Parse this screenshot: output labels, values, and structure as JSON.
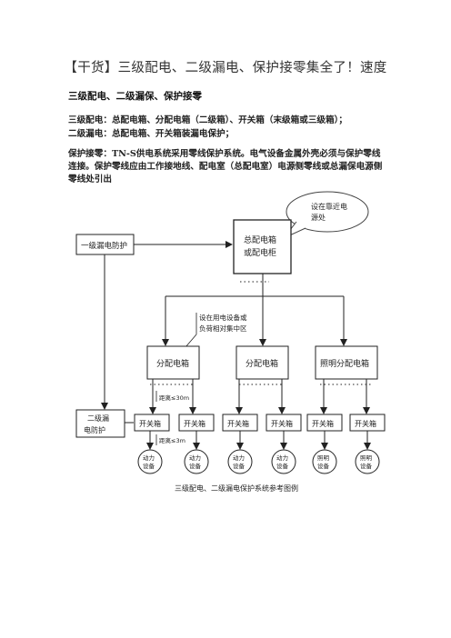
{
  "doc": {
    "title": "【干货】三级配电、二级漏电、保护接零集全了！速度",
    "subtitle": "三级配电、二级漏保、保护接零",
    "p1": "三级配电：总配电箱、分配电箱（二级箱）、开关箱（末级箱或三级箱）；",
    "p2": "二级漏电：总配电箱、开关箱装漏电保护；",
    "p3": "保护接零：TN-S供电系统采用零线保护系统。电气设备金属外壳必须与保护零线连接。保护零线应由工作接地线、配电室（总配电室）电源侧零线或总漏保电源侧零线处引出"
  },
  "diagram": {
    "bubble": [
      "设在靠近电",
      "源处"
    ],
    "main_box": [
      "总配电箱",
      "或配电柜"
    ],
    "leak1": "一级漏电防护",
    "note_area": [
      "设在用电设备或",
      "负荷相对集中区"
    ],
    "dist1": "分配电箱",
    "dist2": "分配电箱",
    "dist3": "照明分配电箱",
    "leak2": [
      "二级漏",
      "电防护"
    ],
    "dist_30": "距离≤30m",
    "dist_3": "距离≤3m",
    "switch": "开关箱",
    "power_equip": [
      "动力",
      "设备"
    ],
    "light_equip": [
      "照明",
      "设备"
    ],
    "caption": "三级配电、二级漏电保护系统参考图例"
  }
}
